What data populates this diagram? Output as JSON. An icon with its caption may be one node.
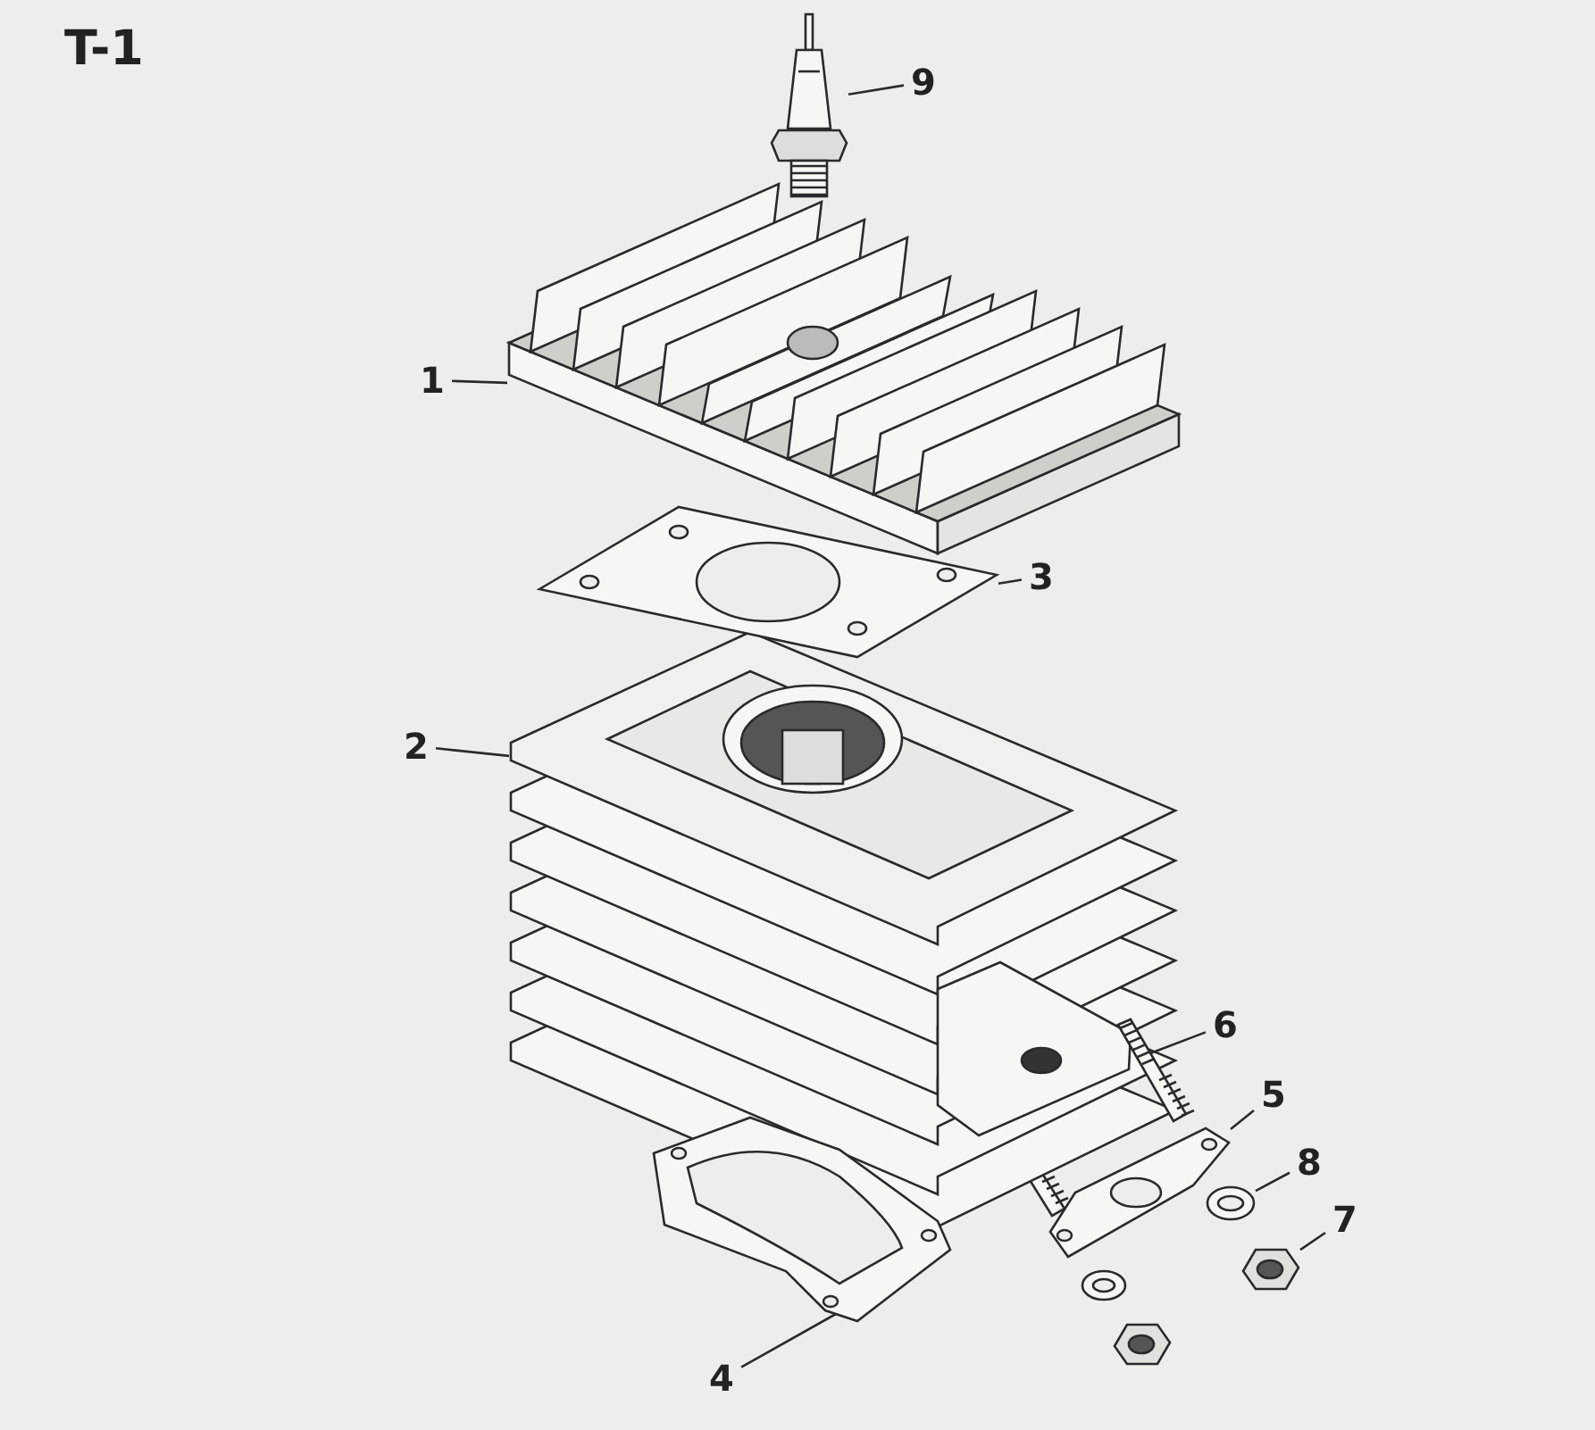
{
  "diagram": {
    "title": "T-1",
    "nodes": [
      {
        "text": [
          "9"
        ]
      },
      {
        "text": [],
        "shape": "picture"
      },
      {
        "text": [
          "1"
        ]
      },
      {
        "text": [],
        "shape": "picture"
      },
      {
        "text": [
          "3"
        ]
      },
      {
        "text": [],
        "shape": "picture"
      },
      {
        "text": [
          "2"
        ]
      },
      {
        "text": [],
        "shape": "picture"
      },
      {
        "text": [
          "6"
        ]
      },
      {
        "text": [],
        "shape": "picture"
      },
      {
        "text": [
          "5"
        ]
      },
      {
        "text": [],
        "shape": "picture"
      },
      {
        "text": [
          "8"
        ]
      },
      {
        "text": [],
        "shape": "picture"
      },
      {
        "text": [
          "7"
        ]
      },
      {
        "text": [],
        "shape": "picture"
      },
      {
        "text": [
          "4"
        ]
      },
      {
        "text": [],
        "shape": "picture"
      }
    ],
    "edges": [
      {
        "from": 0,
        "to": 1,
        "arrow": "none"
      },
      {
        "from": 2,
        "to": 3,
        "arrow": "none"
      },
      {
        "from": 4,
        "to": 5,
        "arrow": "none"
      },
      {
        "from": 6,
        "to": 7,
        "arrow": "none"
      },
      {
        "from": 8,
        "to": 9,
        "arrow": "none"
      },
      {
        "from": 10,
        "to": 11,
        "arrow": "none"
      },
      {
        "from": 12,
        "to": 13,
        "arrow": "none"
      },
      {
        "from": 14,
        "to": 15,
        "arrow": "none"
      },
      {
        "from": 16,
        "to": 17,
        "arrow": "none"
      }
    ]
  }
}
